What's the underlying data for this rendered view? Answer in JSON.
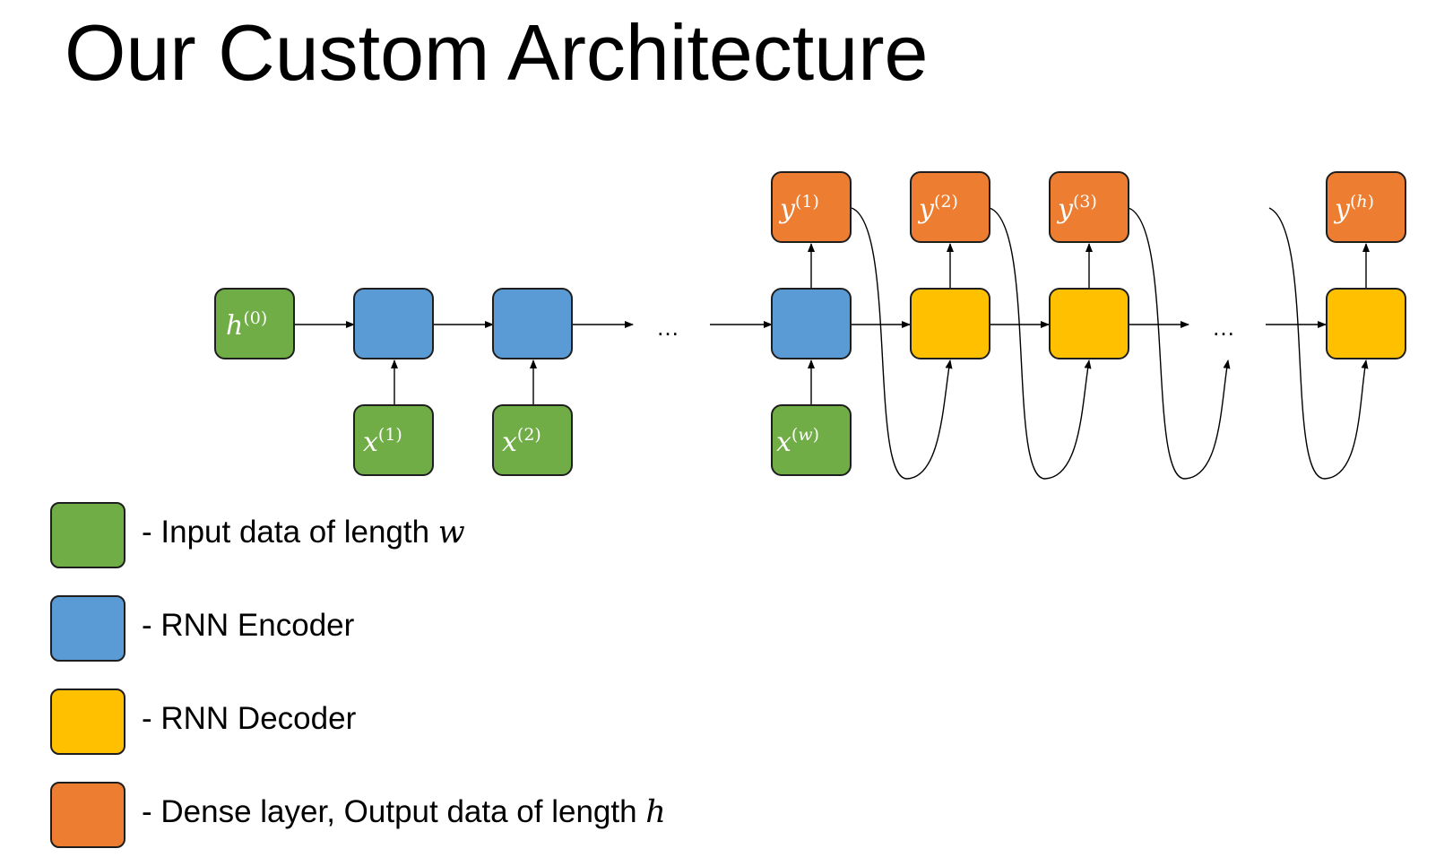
{
  "title": "Our Custom Architecture",
  "colors": {
    "input": "#70ad47",
    "encoder": "#5b9bd5",
    "decoder": "#ffc000",
    "dense": "#ed7d31",
    "border": "#1e1e1e",
    "line": "#000000"
  },
  "nodes": {
    "h0": {
      "base": "h",
      "sup": "(0)"
    },
    "x1": {
      "base": "x",
      "sup": "(1)"
    },
    "x2": {
      "base": "x",
      "sup": "(2)"
    },
    "xw": {
      "base": "x",
      "sup_open": "(",
      "sup_var": "w",
      "sup_close": ")"
    },
    "y1": {
      "base": "y",
      "sup": "(1)"
    },
    "y2": {
      "base": "y",
      "sup": "(2)"
    },
    "y3": {
      "base": "y",
      "sup": "(3)"
    },
    "yh": {
      "base": "y",
      "sup_open": "(",
      "sup_var": "h",
      "sup_close": ")"
    }
  },
  "ellipsis": "…",
  "legend": [
    {
      "color": "#70ad47",
      "text": "- Input data of length ",
      "var": "w"
    },
    {
      "color": "#5b9bd5",
      "text": "- RNN Encoder",
      "var": ""
    },
    {
      "color": "#ffc000",
      "text": "- RNN Decoder",
      "var": ""
    },
    {
      "color": "#ed7d31",
      "text": "- Dense layer, Output data of length ",
      "var": "h"
    }
  ]
}
